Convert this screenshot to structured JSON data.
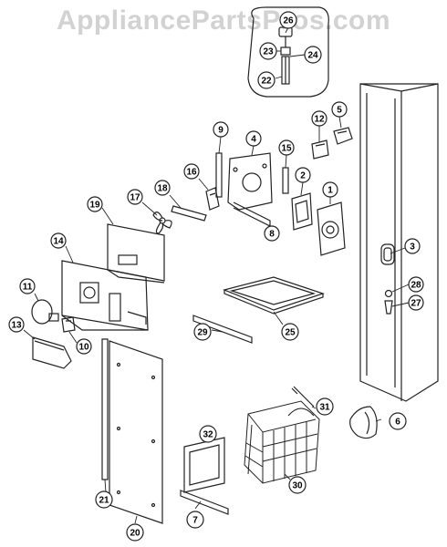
{
  "watermark": "AppliancePartsPros.com",
  "callouts": {
    "c1": "1",
    "c2": "2",
    "c3": "3",
    "c4": "4",
    "c5": "5",
    "c6": "6",
    "c7": "7",
    "c8": "8",
    "c9": "9",
    "c10": "10",
    "c11": "11",
    "c12": "12",
    "c13": "13",
    "c14": "14",
    "c15": "15",
    "c16": "16",
    "c17": "17",
    "c18": "18",
    "c19": "19",
    "c20": "20",
    "c21": "21",
    "c22": "22",
    "c23": "23",
    "c24": "24",
    "c25": "25",
    "c26": "26",
    "c27": "27",
    "c28": "28",
    "c29": "29",
    "c30": "30",
    "c31": "31",
    "c32": "32"
  }
}
